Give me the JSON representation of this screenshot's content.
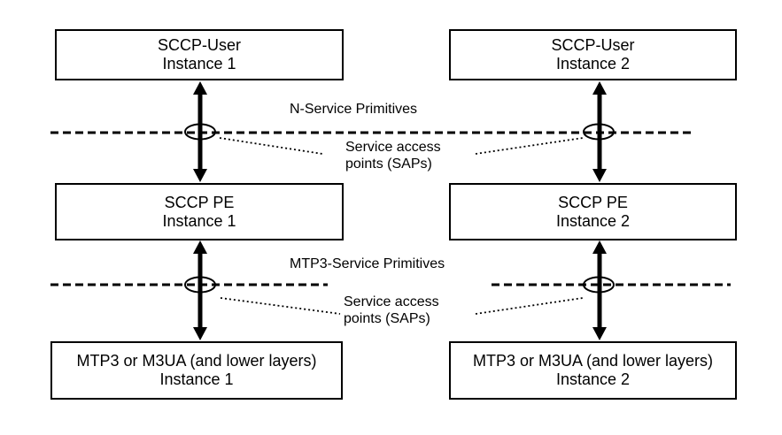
{
  "diagram": {
    "colors": {
      "ink": "#000000",
      "background": "#ffffff"
    },
    "nodes": [
      {
        "line1": "SCCP-User",
        "line2": "Instance 1"
      },
      {
        "line1": "SCCP-User",
        "line2": "Instance 2"
      },
      {
        "line1": "SCCP PE",
        "line2": "Instance 1"
      },
      {
        "line1": "SCCP PE",
        "line2": "Instance 2"
      },
      {
        "line1": "MTP3 or M3UA (and lower layers)",
        "line2": "Instance 1"
      },
      {
        "line1": "MTP3 or M3UA (and lower layers)",
        "line2": "Instance 2"
      }
    ],
    "labels": {
      "n_service_primitives": "N-Service Primitives",
      "sap_upper_line1": "Service access",
      "sap_upper_line2": "points (SAPs)",
      "mtp3_service_primitives": "MTP3-Service Primitives",
      "sap_lower_line1": "Service access",
      "sap_lower_line2": "points (SAPs)"
    }
  }
}
